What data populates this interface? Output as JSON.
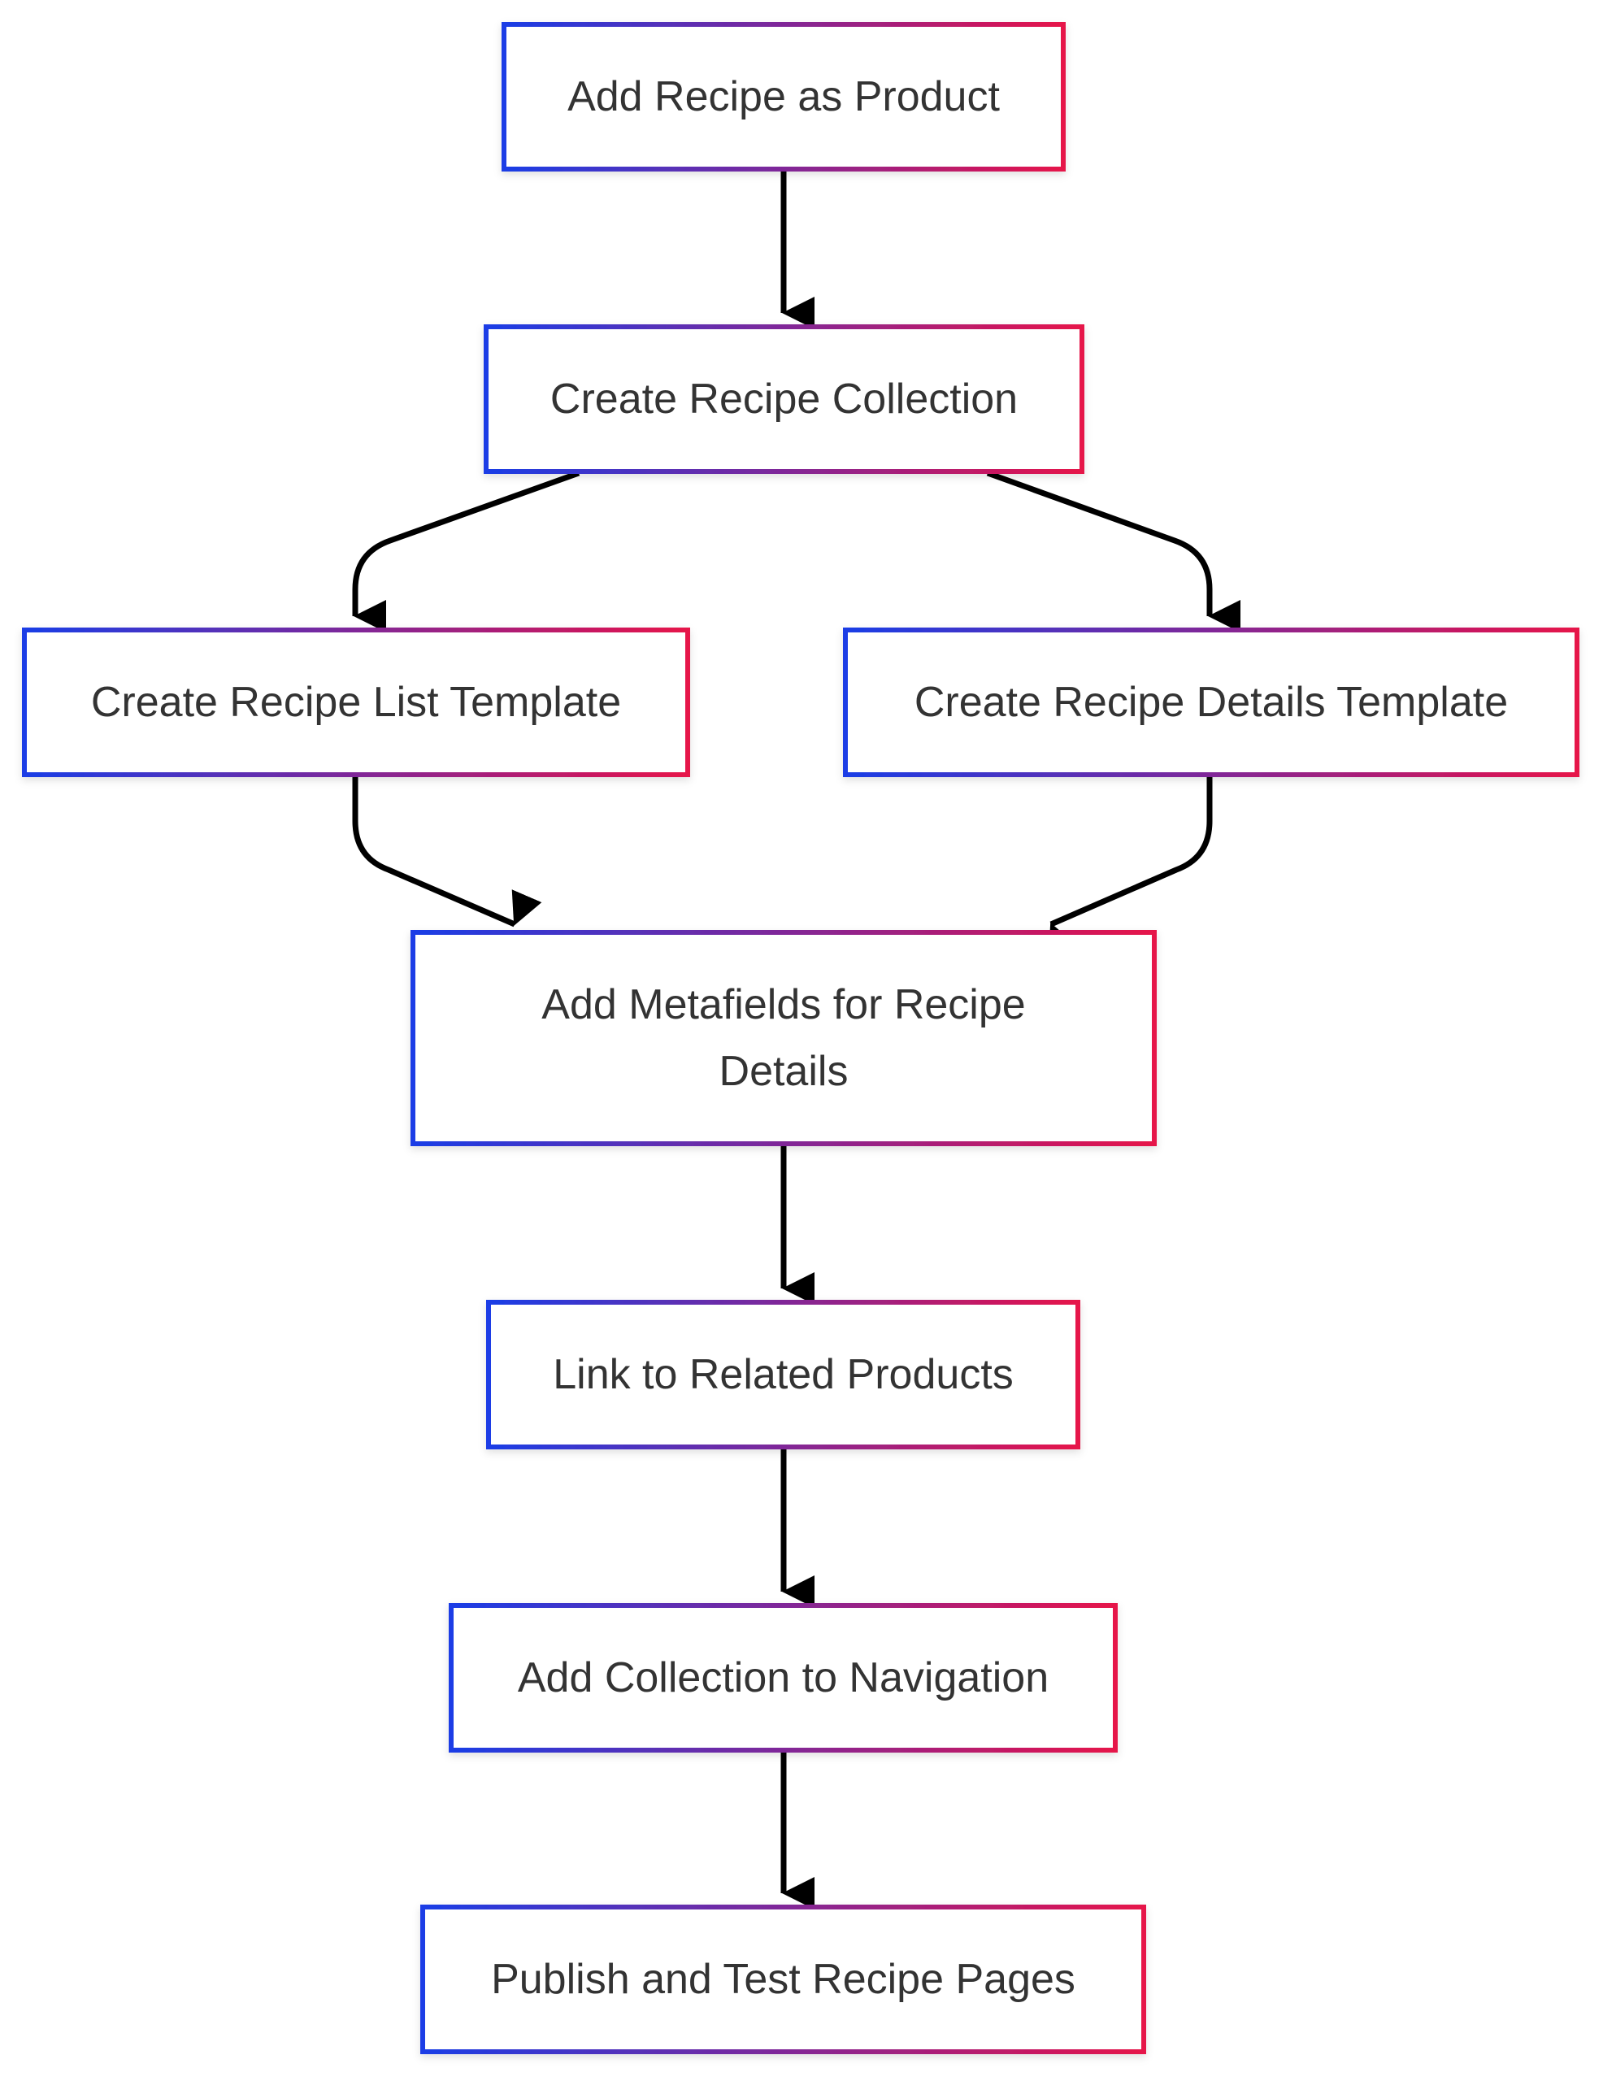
{
  "diagram": {
    "type": "flowchart",
    "direction": "top-down",
    "colors": {
      "border_gradient_start": "#1a3de6",
      "border_gradient_end": "#e6124a",
      "edge": "#000000",
      "text": "#333333",
      "background": "#ffffff"
    },
    "nodes": [
      {
        "id": "add-recipe-as-product",
        "lines": [
          "Add Recipe as Product"
        ]
      },
      {
        "id": "create-recipe-collection",
        "lines": [
          "Create Recipe Collection"
        ]
      },
      {
        "id": "create-recipe-list-template",
        "lines": [
          "Create Recipe List Template"
        ]
      },
      {
        "id": "create-recipe-details-template",
        "lines": [
          "Create Recipe Details Template"
        ]
      },
      {
        "id": "add-metafields-for-recipe-details",
        "lines": [
          "Add Metafields for Recipe",
          "Details"
        ]
      },
      {
        "id": "link-to-related-products",
        "lines": [
          "Link to Related Products"
        ]
      },
      {
        "id": "add-collection-to-navigation",
        "lines": [
          "Add Collection to Navigation"
        ]
      },
      {
        "id": "publish-and-test-recipe-pages",
        "lines": [
          "Publish and Test Recipe Pages"
        ]
      }
    ],
    "edges": [
      {
        "from": "add-recipe-as-product",
        "to": "create-recipe-collection"
      },
      {
        "from": "create-recipe-collection",
        "to": "create-recipe-list-template"
      },
      {
        "from": "create-recipe-collection",
        "to": "create-recipe-details-template"
      },
      {
        "from": "create-recipe-list-template",
        "to": "add-metafields-for-recipe-details"
      },
      {
        "from": "create-recipe-details-template",
        "to": "add-metafields-for-recipe-details"
      },
      {
        "from": "add-metafields-for-recipe-details",
        "to": "link-to-related-products"
      },
      {
        "from": "link-to-related-products",
        "to": "add-collection-to-navigation"
      },
      {
        "from": "add-collection-to-navigation",
        "to": "publish-and-test-recipe-pages"
      }
    ]
  }
}
